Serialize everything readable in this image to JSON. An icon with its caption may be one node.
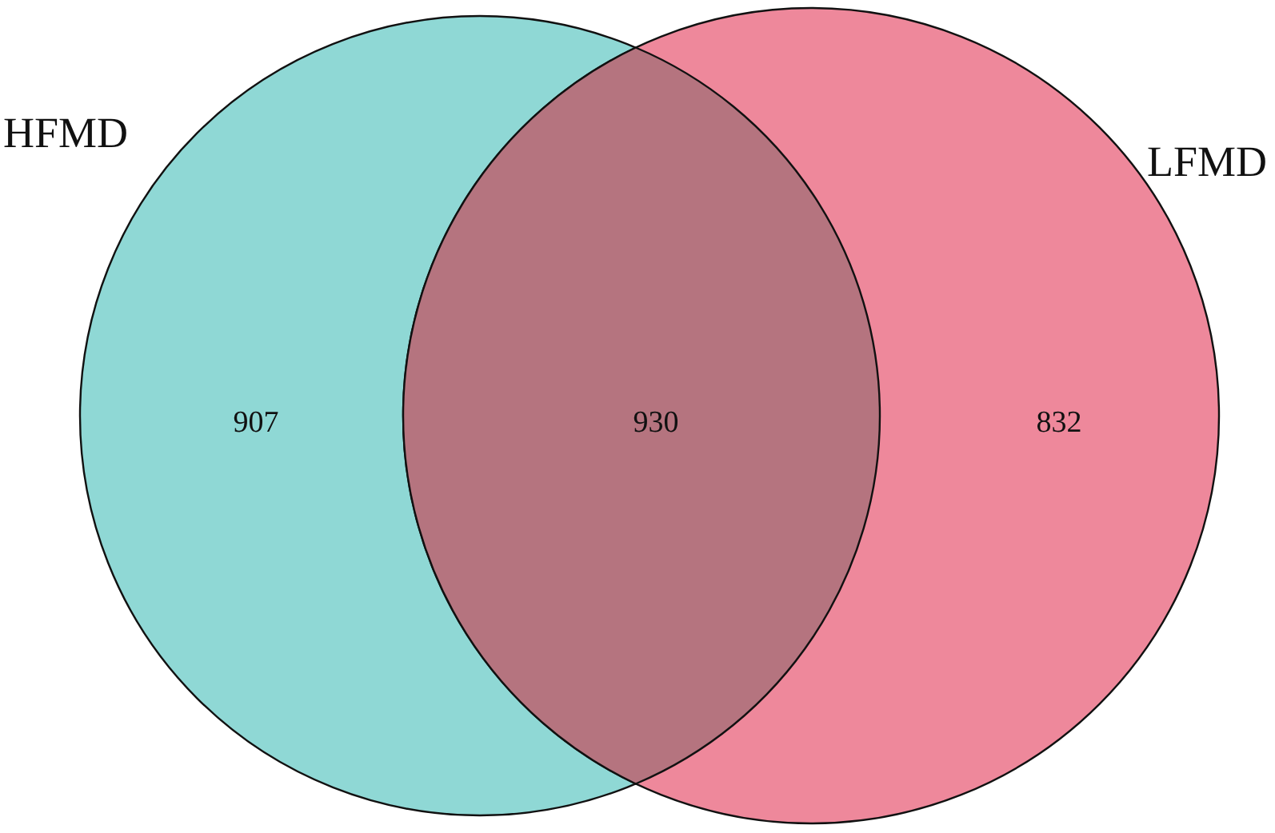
{
  "diagram": {
    "nodes": [
      {
        "text": [
          "907"
        ],
        "beside": [
          "HFMD"
        ]
      },
      {
        "text": [
          "832"
        ],
        "beside": [
          "LFMD"
        ]
      }
    ],
    "labels": [
      "930"
    ]
  }
}
